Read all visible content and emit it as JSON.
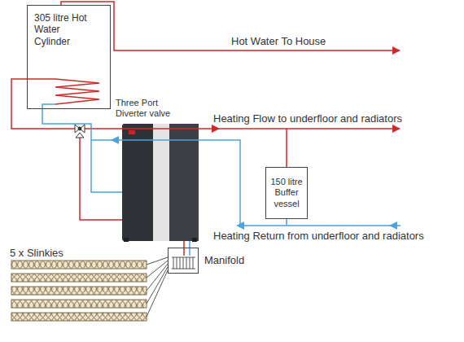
{
  "diagram": {
    "nodes": [
      {
        "text": [
          "305 litre Hot Water Cylinder"
        ]
      },
      {
        "text": [
          "150 litre Buffer vessel"
        ]
      },
      {
        "text": [
          "Manifold"
        ]
      }
    ],
    "labels": [
      "Hot Water To House",
      "Three Port Diverter valve",
      "Heating Flow to underfloor and radiators",
      "Heating Return from underfloor and radiators",
      "5 x Slinkies"
    ]
  }
}
